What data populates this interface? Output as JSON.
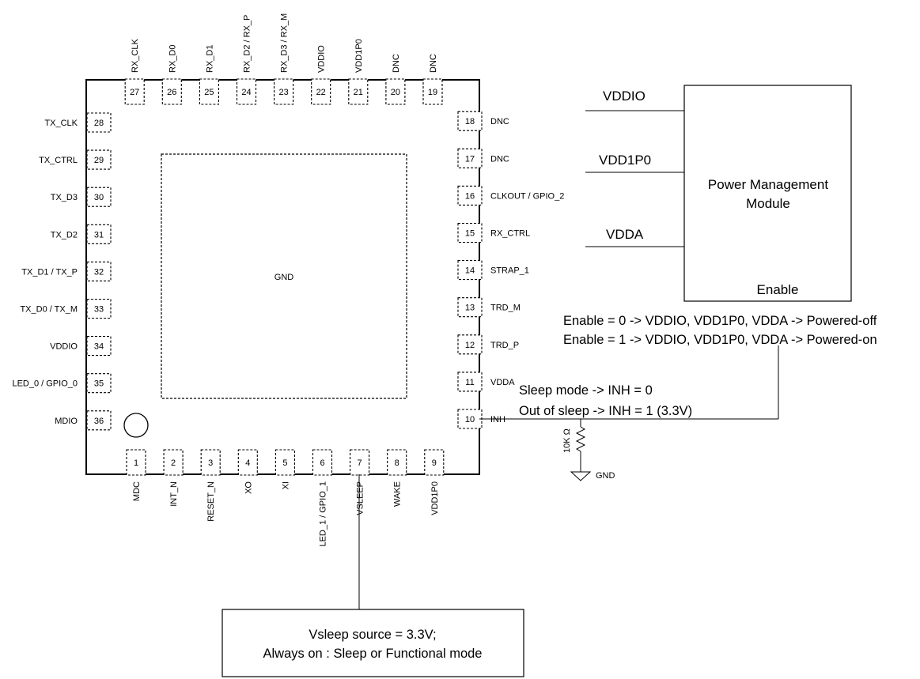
{
  "chip": {
    "center_label": "GND",
    "pins": [
      {
        "num": "1",
        "name": "MDC"
      },
      {
        "num": "2",
        "name": "INT_N"
      },
      {
        "num": "3",
        "name": "RESET_N"
      },
      {
        "num": "4",
        "name": "XO"
      },
      {
        "num": "5",
        "name": "XI"
      },
      {
        "num": "6",
        "name": "LED_1 / GPIO_1"
      },
      {
        "num": "7",
        "name": "VSLEEP"
      },
      {
        "num": "8",
        "name": "WAKE"
      },
      {
        "num": "9",
        "name": "VDD1P0"
      },
      {
        "num": "10",
        "name": "INH"
      },
      {
        "num": "11",
        "name": "VDDA"
      },
      {
        "num": "12",
        "name": "TRD_P"
      },
      {
        "num": "13",
        "name": "TRD_M"
      },
      {
        "num": "14",
        "name": "STRAP_1"
      },
      {
        "num": "15",
        "name": "RX_CTRL"
      },
      {
        "num": "16",
        "name": "CLKOUT / GPIO_2"
      },
      {
        "num": "17",
        "name": "DNC"
      },
      {
        "num": "18",
        "name": "DNC"
      },
      {
        "num": "19",
        "name": "DNC"
      },
      {
        "num": "20",
        "name": "DNC"
      },
      {
        "num": "21",
        "name": "VDD1P0"
      },
      {
        "num": "22",
        "name": "VDDIO"
      },
      {
        "num": "23",
        "name": "RX_D3 / RX_M"
      },
      {
        "num": "24",
        "name": "RX_D2 / RX_P"
      },
      {
        "num": "25",
        "name": "RX_D1"
      },
      {
        "num": "26",
        "name": "RX_D0"
      },
      {
        "num": "27",
        "name": "RX_CLK"
      },
      {
        "num": "28",
        "name": "TX_CLK"
      },
      {
        "num": "29",
        "name": "TX_CTRL"
      },
      {
        "num": "30",
        "name": "TX_D3"
      },
      {
        "num": "31",
        "name": "TX_D2"
      },
      {
        "num": "32",
        "name": "TX_D1 / TX_P"
      },
      {
        "num": "33",
        "name": "TX_D0 / TX_M"
      },
      {
        "num": "34",
        "name": "VDDIO"
      },
      {
        "num": "35",
        "name": "LED_0 / GPIO_0"
      },
      {
        "num": "36",
        "name": "MDIO"
      }
    ]
  },
  "pmm": {
    "title_line1": "Power Management",
    "title_line2": "Module",
    "enable_label": "Enable",
    "rails": [
      "VDDIO",
      "VDD1P0",
      "VDDA"
    ]
  },
  "notes": {
    "enable_0": "Enable = 0 -> VDDIO, VDD1P0, VDDA -> Powered-off",
    "enable_1": "Enable = 1 -> VDDIO, VDD1P0, VDDA -> Powered-on",
    "sleep": "Sleep mode -> INH = 0",
    "out_of_sleep": "Out of sleep -> INH = 1 (3.3V)"
  },
  "resistor": {
    "value": "10K Ω",
    "gnd_label": "GND"
  },
  "vsleep_box": {
    "line1": "Vsleep source = 3.3V;",
    "line2": "Always on : Sleep or Functional mode"
  }
}
